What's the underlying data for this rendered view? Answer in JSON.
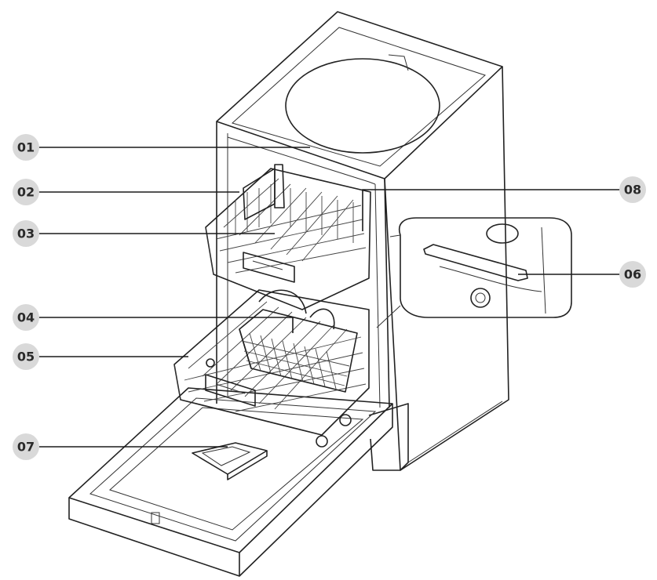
{
  "callouts": [
    {
      "id": "c01",
      "label": "01"
    },
    {
      "id": "c02",
      "label": "02"
    },
    {
      "id": "c03",
      "label": "03"
    },
    {
      "id": "c04",
      "label": "04"
    },
    {
      "id": "c05",
      "label": "05"
    },
    {
      "id": "c06",
      "label": "06"
    },
    {
      "id": "c07",
      "label": "07"
    },
    {
      "id": "c08",
      "label": "08"
    }
  ],
  "colors": {
    "callout_fill": "#d9d9d9",
    "line": "#1a1a1a"
  }
}
